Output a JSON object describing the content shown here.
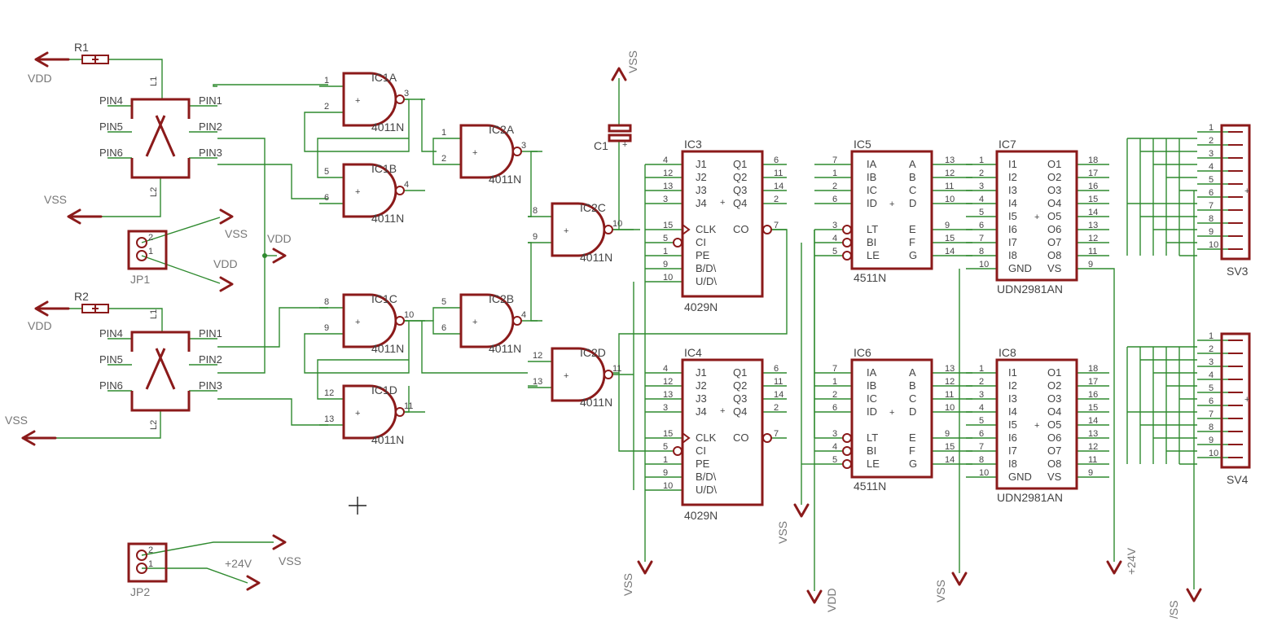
{
  "power": {
    "vdd": "VDD",
    "vss": "VSS",
    "p24": "+24V",
    "vss_cut": "/SS"
  },
  "resistors": {
    "r1": "R1",
    "r2": "R2"
  },
  "switches": {
    "l1": "L1",
    "l2": "L2",
    "pin1": "PIN1",
    "pin2": "PIN2",
    "pin3": "PIN3",
    "pin4": "PIN4",
    "pin5": "PIN5",
    "pin6": "PIN6"
  },
  "jumpers": {
    "jp1": "JP1",
    "jp2": "JP2",
    "p1": "1",
    "p2": "2"
  },
  "capacitor": {
    "name": "C1",
    "plus": "+"
  },
  "gates": {
    "type": "4011N",
    "ic1a": {
      "name": "IC1A",
      "in1": "1",
      "in2": "2",
      "out": "3"
    },
    "ic1b": {
      "name": "IC1B",
      "in1": "5",
      "in2": "6",
      "out": "4"
    },
    "ic1c": {
      "name": "IC1C",
      "in1": "8",
      "in2": "9",
      "out": "10"
    },
    "ic1d": {
      "name": "IC1D",
      "in1": "12",
      "in2": "13",
      "out": "11"
    },
    "ic2a": {
      "name": "IC2A",
      "in1": "1",
      "in2": "2",
      "out": "3"
    },
    "ic2b": {
      "name": "IC2B",
      "in1": "5",
      "in2": "6",
      "out": "4"
    },
    "ic2c": {
      "name": "IC2C",
      "in1": "8",
      "in2": "9",
      "out": "10"
    },
    "ic2d": {
      "name": "IC2D",
      "in1": "12",
      "in2": "13",
      "out": "11"
    }
  },
  "counter": {
    "type": "4029N",
    "ic3": "IC3",
    "ic4": "IC4",
    "left_pins": [
      "J1",
      "J2",
      "J3",
      "J4",
      "CLK",
      "CI",
      "PE",
      "B/D\\",
      "U/D\\"
    ],
    "left_nums": [
      "4",
      "12",
      "13",
      "3",
      "15",
      "5",
      "1",
      "9",
      "10"
    ],
    "right_pins": [
      "Q1",
      "Q2",
      "Q3",
      "Q4",
      "CO"
    ],
    "right_nums": [
      "6",
      "11",
      "14",
      "2",
      "7"
    ],
    "plus": "+"
  },
  "decoder": {
    "type": "4511N",
    "ic5": "IC5",
    "ic6": "IC6",
    "left_pins": [
      "IA",
      "IB",
      "IC",
      "ID",
      "LT",
      "BI",
      "LE"
    ],
    "left_nums": [
      "7",
      "1",
      "2",
      "6",
      "3",
      "4",
      "5"
    ],
    "right_pins": [
      "A",
      "B",
      "C",
      "D",
      "E",
      "F",
      "G"
    ],
    "right_nums": [
      "13",
      "12",
      "11",
      "10",
      "9",
      "15",
      "14"
    ]
  },
  "driver": {
    "type": "UDN2981AN",
    "ic7": "IC7",
    "ic8": "IC8",
    "left_pins": [
      "I1",
      "I2",
      "I3",
      "I4",
      "I5",
      "I6",
      "I7",
      "I8",
      "GND"
    ],
    "left_nums": [
      "1",
      "2",
      "3",
      "4",
      "5",
      "6",
      "7",
      "8",
      "10"
    ],
    "right_pins": [
      "O1",
      "O2",
      "O3",
      "O4",
      "O5",
      "O6",
      "O7",
      "O8",
      "VS"
    ],
    "right_nums": [
      "18",
      "17",
      "16",
      "15",
      "14",
      "13",
      "12",
      "11",
      "9"
    ]
  },
  "connectors": {
    "sv3": "SV3",
    "sv4": "SV4",
    "pins": [
      "1",
      "2",
      "3",
      "4",
      "5",
      "6",
      "7",
      "8",
      "9",
      "10"
    ]
  }
}
